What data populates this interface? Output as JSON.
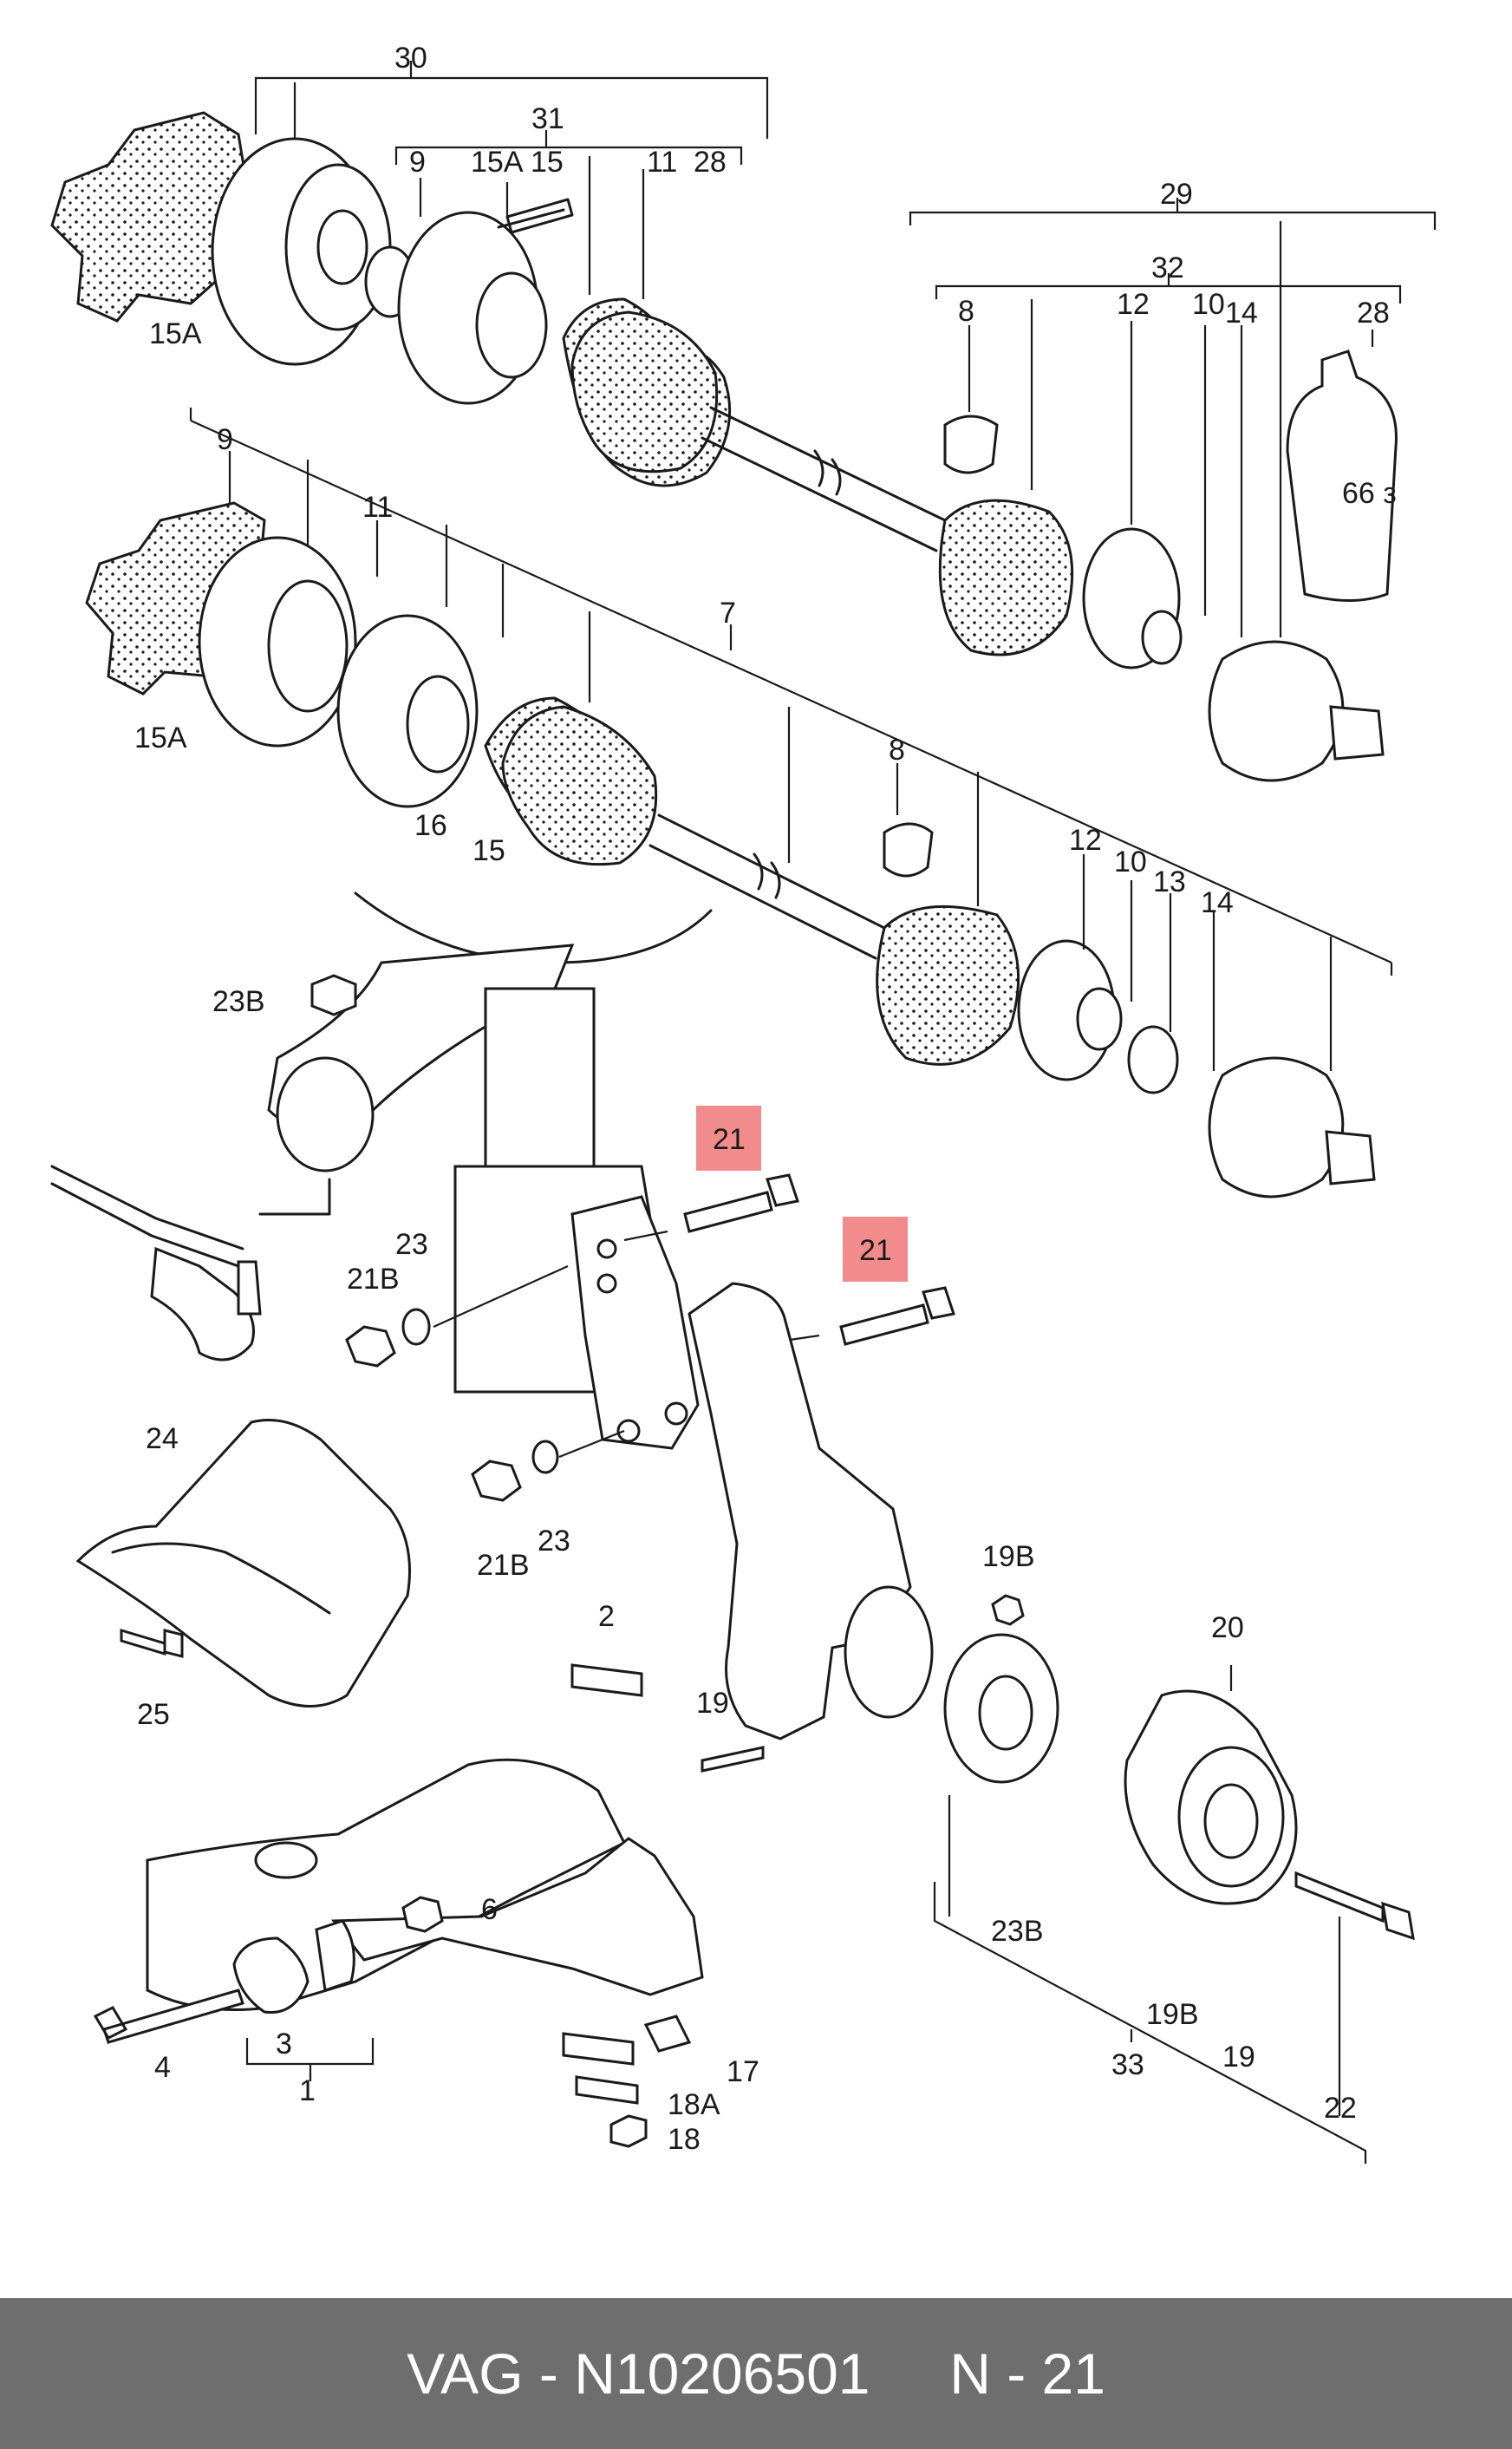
{
  "footer": {
    "text": "VAG - N10206501     N - 21"
  },
  "labels": {
    "l30": "30",
    "l31": "31",
    "l29": "29",
    "l32": "32",
    "l9a": "9",
    "l15Aa": "15A",
    "l15a": "15",
    "l11a": "11",
    "l28a": "28",
    "l15Ab": "15A",
    "l8a": "8",
    "l12a": "12",
    "l10a": "10",
    "l14a": "14",
    "l28b": "28",
    "tube": "66 з",
    "l9b": "9",
    "l11b": "11",
    "l7": "7",
    "l15Ac": "15A",
    "l8b": "8",
    "l12b": "12",
    "l10b": "10",
    "l13": "13",
    "l14b": "14",
    "l16": "16",
    "l15b": "15",
    "l23Ba": "23B",
    "l21a": "21",
    "l21b": "21",
    "l23a": "23",
    "l21Ba": "21B",
    "l24": "24",
    "l21Bb": "21B",
    "l23b": "23",
    "l25": "25",
    "l19Ba": "19B",
    "l2": "2",
    "l19a": "19",
    "l20": "20",
    "l6": "6",
    "l4": "4",
    "l3": "3",
    "l1": "1",
    "l17": "17",
    "l18A": "18A",
    "l18": "18",
    "l23Bb": "23B",
    "l19Bb": "19B",
    "l33": "33",
    "l19b": "19",
    "l22": "22"
  },
  "highlight_color": "#f28b8b",
  "footer_color": "#6e6e6e"
}
